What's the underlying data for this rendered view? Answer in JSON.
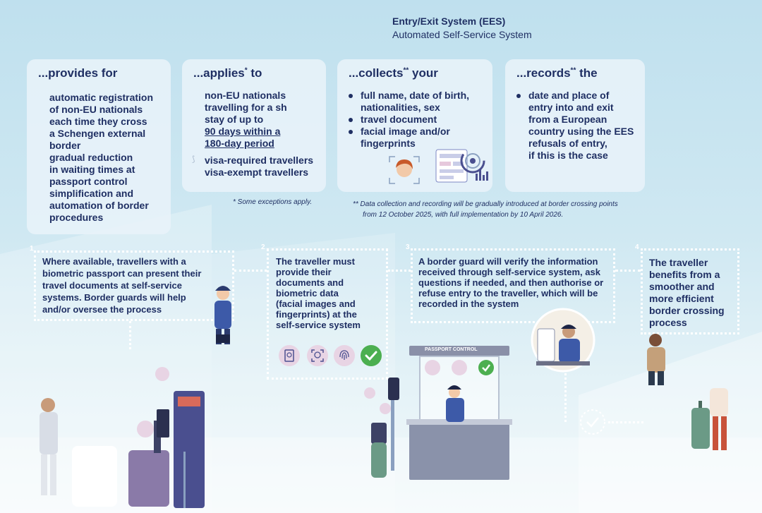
{
  "header": {
    "title": "Entry/Exit System (EES)",
    "subtitle": "Automated Self-Service System"
  },
  "panels": {
    "provides": {
      "title": "...provides for",
      "lines": [
        "automatic registration",
        "of non-EU nationals",
        "each time they cross",
        "a Schengen external",
        "border",
        "gradual reduction",
        "in waiting times at",
        "passport control",
        "simplification and",
        "automation of border",
        "procedures"
      ]
    },
    "applies": {
      "title": "...applies",
      "sup": "*",
      "title_tail": " to",
      "lines": [
        "non-EU nationals",
        "travelling for a sh",
        "stay of up to"
      ],
      "underlined": [
        "90 days within a",
        "180-day period"
      ],
      "bullets": [
        "visa-required travellers",
        "visa-exempt travellers"
      ],
      "note": "*  Some exceptions apply."
    },
    "collects": {
      "title": "...collects",
      "sup": "**",
      "title_tail": " your",
      "bullet_lines": [
        [
          "full name, date of birth,",
          "nationalities, sex"
        ],
        [
          "travel document"
        ],
        [
          "facial image and/or",
          "fingerprints"
        ]
      ],
      "icon_labels": [
        "face-scan-icon",
        "document-data-icon",
        "fingerprint-radar-icon"
      ]
    },
    "records": {
      "title": "...records",
      "sup": "**",
      "title_tail": " the",
      "lines": [
        "date and place of",
        "entry into and exit",
        "from a European",
        "country using the EES",
        "refusals of entry,",
        "if this is the case"
      ]
    },
    "footnote": {
      "line1": "** Data collection and recording will be gradually introduced at border crossing points",
      "line2": "from 12 October 2025, with full implementation by 10 April 2026."
    }
  },
  "steps": [
    {
      "num": "1",
      "lines": [
        "Where available, travellers with a",
        "biometric passport can present their",
        "travel documents at self-service",
        "systems. Border guards will help",
        "and/or oversee the process"
      ]
    },
    {
      "num": "2",
      "lines": [
        "The traveller must",
        "provide their",
        "documents and",
        "biometric data",
        "(facial images and",
        "fingerprints) at the",
        "self-service system"
      ]
    },
    {
      "num": "3",
      "lines": [
        "A border guard will verify the information",
        "received through self-service system, ask",
        "questions if needed, and then authorise or",
        "refuse entry to the traveller, which will be",
        "recorded in the system"
      ]
    },
    {
      "num": "4",
      "lines": [
        "The traveller",
        "benefits from a",
        "smoother and",
        "more efficient",
        "border crossing",
        "process"
      ]
    }
  ],
  "booth": {
    "sign": "PASSPORT CONTROL"
  },
  "icons": {
    "step2": [
      "passport-icon",
      "face-recognition-icon",
      "fingerprint-icon",
      "checkmark-icon"
    ],
    "kiosk": [
      "passport-icon",
      "fingerprint-icon",
      "checkmark-icon"
    ]
  },
  "colors": {
    "navy": "#1f2f63",
    "panel": "#e8f3f9",
    "check_green": "#4caf50",
    "kiosk_purple": "#4a4f8f",
    "bubble_pink": "#e8d4e4"
  }
}
